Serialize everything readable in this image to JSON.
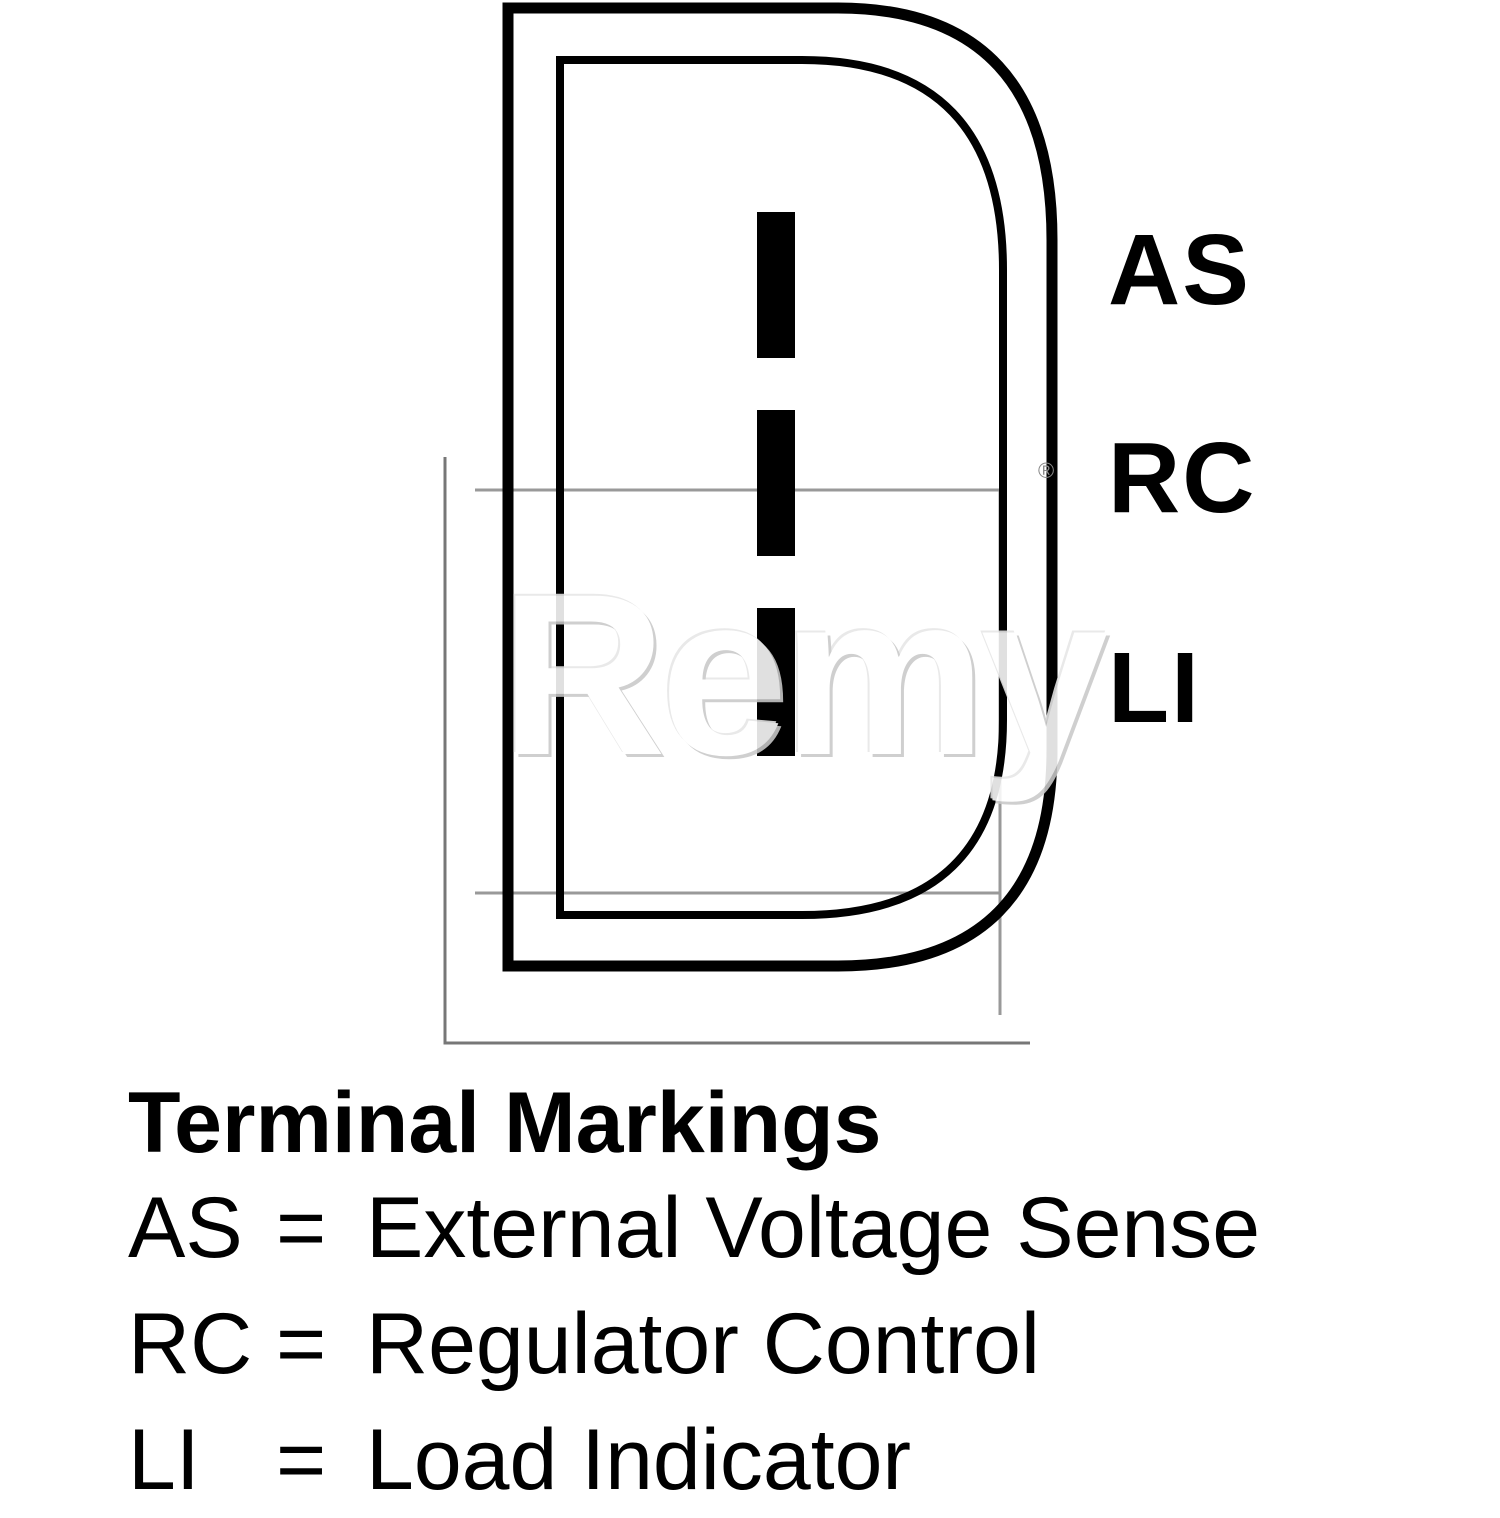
{
  "terminals": [
    {
      "code": "AS",
      "description": "External Voltage Sense"
    },
    {
      "code": "RC",
      "description": "Regulator Control"
    },
    {
      "code": "LI",
      "description": "Load Indicator"
    }
  ],
  "legend": {
    "title": "Terminal Markings",
    "equals": "="
  },
  "watermark": {
    "brand": "Remy",
    "registered_mark": "®"
  },
  "colors": {
    "line": "#000000",
    "background": "#ffffff",
    "watermark_frame": "#777777"
  }
}
